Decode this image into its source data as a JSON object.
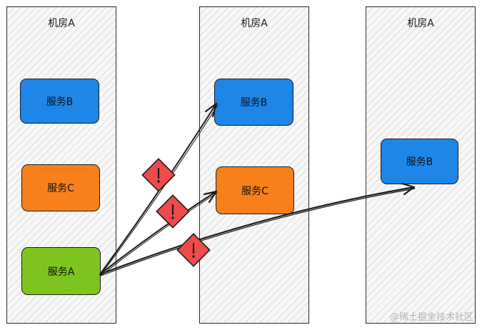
{
  "rooms": [
    {
      "title": "机房A"
    },
    {
      "title": "机房A"
    },
    {
      "title": "机房A"
    }
  ],
  "services": {
    "room1": [
      {
        "label": "服务B",
        "color": "#1e86e6"
      },
      {
        "label": "服务C",
        "color": "#f8801b"
      },
      {
        "label": "服务A",
        "color": "#7ec41f"
      }
    ],
    "room2": [
      {
        "label": "服务B",
        "color": "#1e86e6"
      },
      {
        "label": "服务C",
        "color": "#f8801b"
      }
    ],
    "room3": [
      {
        "label": "服务B",
        "color": "#1e86e6"
      }
    ]
  },
  "connections": [
    {
      "from": "room1.服务A",
      "to": "room2.服务B",
      "status": "error"
    },
    {
      "from": "room1.服务A",
      "to": "room2.服务C",
      "status": "error"
    },
    {
      "from": "room1.服务A",
      "to": "room3.服务B",
      "status": "error"
    }
  ],
  "colors": {
    "error_marker": "#ef4b4b",
    "stroke": "#1c1c1c"
  },
  "watermark": "@稀土掘金技术社区"
}
